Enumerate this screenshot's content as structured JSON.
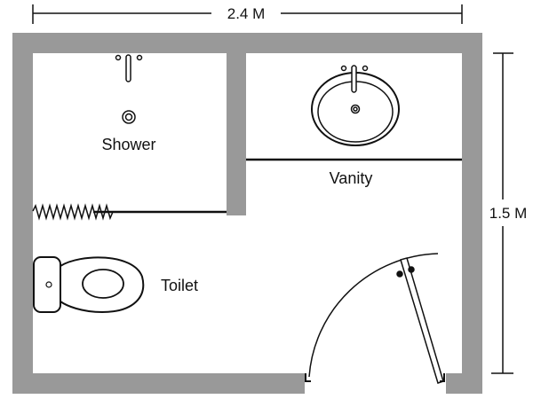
{
  "dimensions": {
    "width_label": "2.4 M",
    "height_label": "1.5 M"
  },
  "rooms": {
    "shower": "Shower",
    "vanity": "Vanity",
    "toilet": "Toilet"
  },
  "colors": {
    "wall": "#999999",
    "line": "#111111"
  }
}
